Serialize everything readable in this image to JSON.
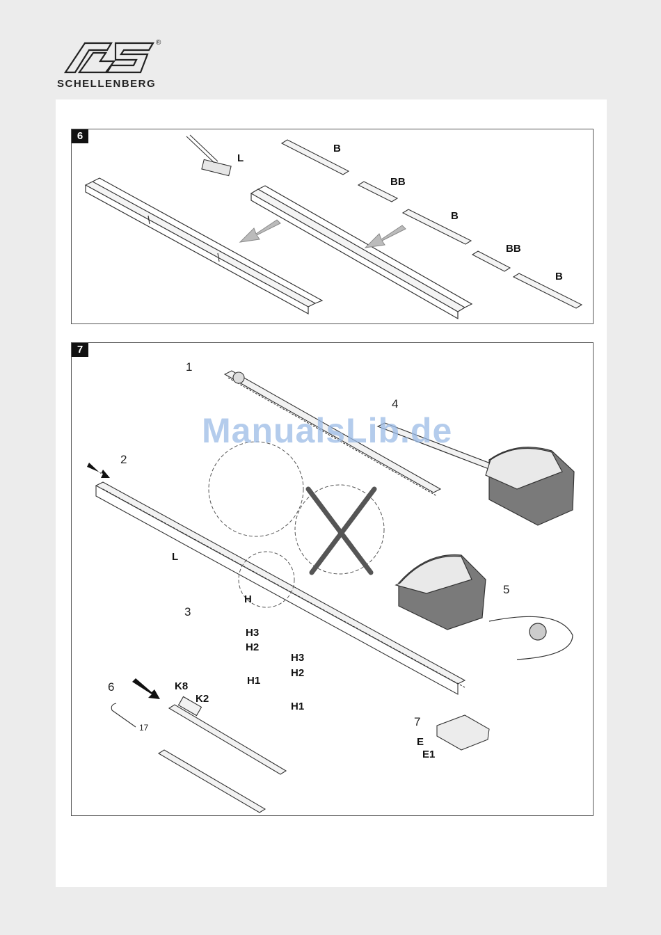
{
  "header": {
    "brand": "SCHELLENBERG",
    "registered": "®"
  },
  "fig6": {
    "number": "6",
    "labels": {
      "L": "L",
      "B1": "B",
      "BB1": "BB",
      "B2": "B",
      "BB2": "BB",
      "B3": "B"
    }
  },
  "fig7": {
    "number": "7",
    "steps": [
      "1",
      "2",
      "3",
      "4",
      "5",
      "6",
      "7"
    ],
    "labels": {
      "L": "L",
      "H": "H",
      "H3a": "H3",
      "H2a": "H2",
      "H1a": "H1",
      "H3b": "H3",
      "H2b": "H2",
      "H1b": "H1",
      "K8": "K8",
      "K2": "K2",
      "wrench": "17",
      "E": "E",
      "E1": "E1"
    }
  },
  "watermark": "ManualsLib.de"
}
